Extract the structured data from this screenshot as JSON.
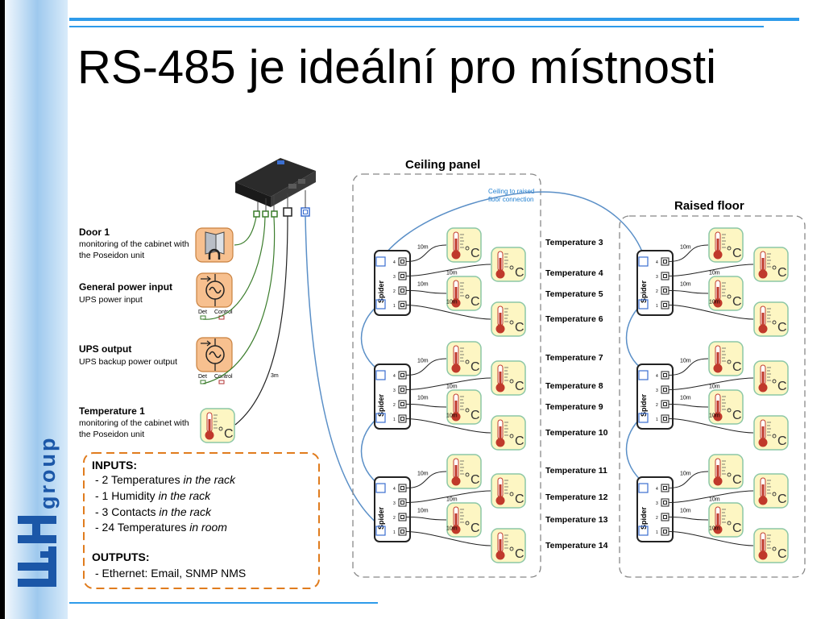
{
  "slide": {
    "title": "RS-485 je ideální pro místnosti"
  },
  "logo": {
    "text": "HWgroup",
    "color": "#1b57a8"
  },
  "colors": {
    "accent_line": "#2e9bea",
    "sensor_fill": "#fdf6c3",
    "sensor_border": "#8cc7a6",
    "device_fill": "#f7c08f",
    "box_border": "#e07c1e",
    "rs485_line": "#5a8fc7",
    "contact_line": "#3b7d2c"
  },
  "devices": [
    {
      "id": "door",
      "title": "Door 1",
      "desc": [
        "monitoring of the cabinet with",
        "the Poseidon unit"
      ],
      "icon": "door-icon"
    },
    {
      "id": "power-in",
      "title": "General power input",
      "desc": [
        "UPS power input"
      ],
      "icon": "ac-power-icon",
      "det": "Det",
      "control": "Control"
    },
    {
      "id": "ups-out",
      "title": "UPS output",
      "desc": [
        "UPS backup power output"
      ],
      "icon": "ac-power-icon",
      "det": "Det",
      "control": "Control"
    },
    {
      "id": "temp1",
      "title": "Temperature 1",
      "desc": [
        "monitoring of the cabinet with",
        "the Poseidon unit"
      ],
      "icon": "thermometer-icon"
    }
  ],
  "cable_label": "3m",
  "infobox": {
    "inputs_title": "INPUTS:",
    "inputs": [
      {
        "prefix": "- 2 Temperatures ",
        "suffix": "in the rack"
      },
      {
        "prefix": "- 1 Humidity ",
        "suffix": "in the rack"
      },
      {
        "prefix": "- 3 Contacts ",
        "suffix": "in the rack"
      },
      {
        "prefix": "- 24 Temperatures ",
        "suffix": "in room"
      }
    ],
    "outputs_title": "OUTPUTS:",
    "outputs": [
      "- Ethernet: Email, SNMP NMS"
    ]
  },
  "ceiling_panel": {
    "title": "Ceiling panel",
    "connection_note": [
      "Ceiling to raised",
      "floor connection"
    ]
  },
  "raised_floor": {
    "title": "Raised floor"
  },
  "spider": {
    "label": "Spider",
    "ports": [
      "4",
      "3",
      "2",
      "1"
    ]
  },
  "cable_labels": {
    "short": "10m"
  },
  "sensor_unit": "°C",
  "temperature_labels": [
    "Temperature 3",
    "Temperature 4",
    "Temperature 5",
    "Temperature 6",
    "Temperature 7",
    "Temperature 8",
    "Temperature 9",
    "Temperature 10",
    "Temperature 11",
    "Temperature 12",
    "Temperature 13",
    "Temperature 14"
  ]
}
